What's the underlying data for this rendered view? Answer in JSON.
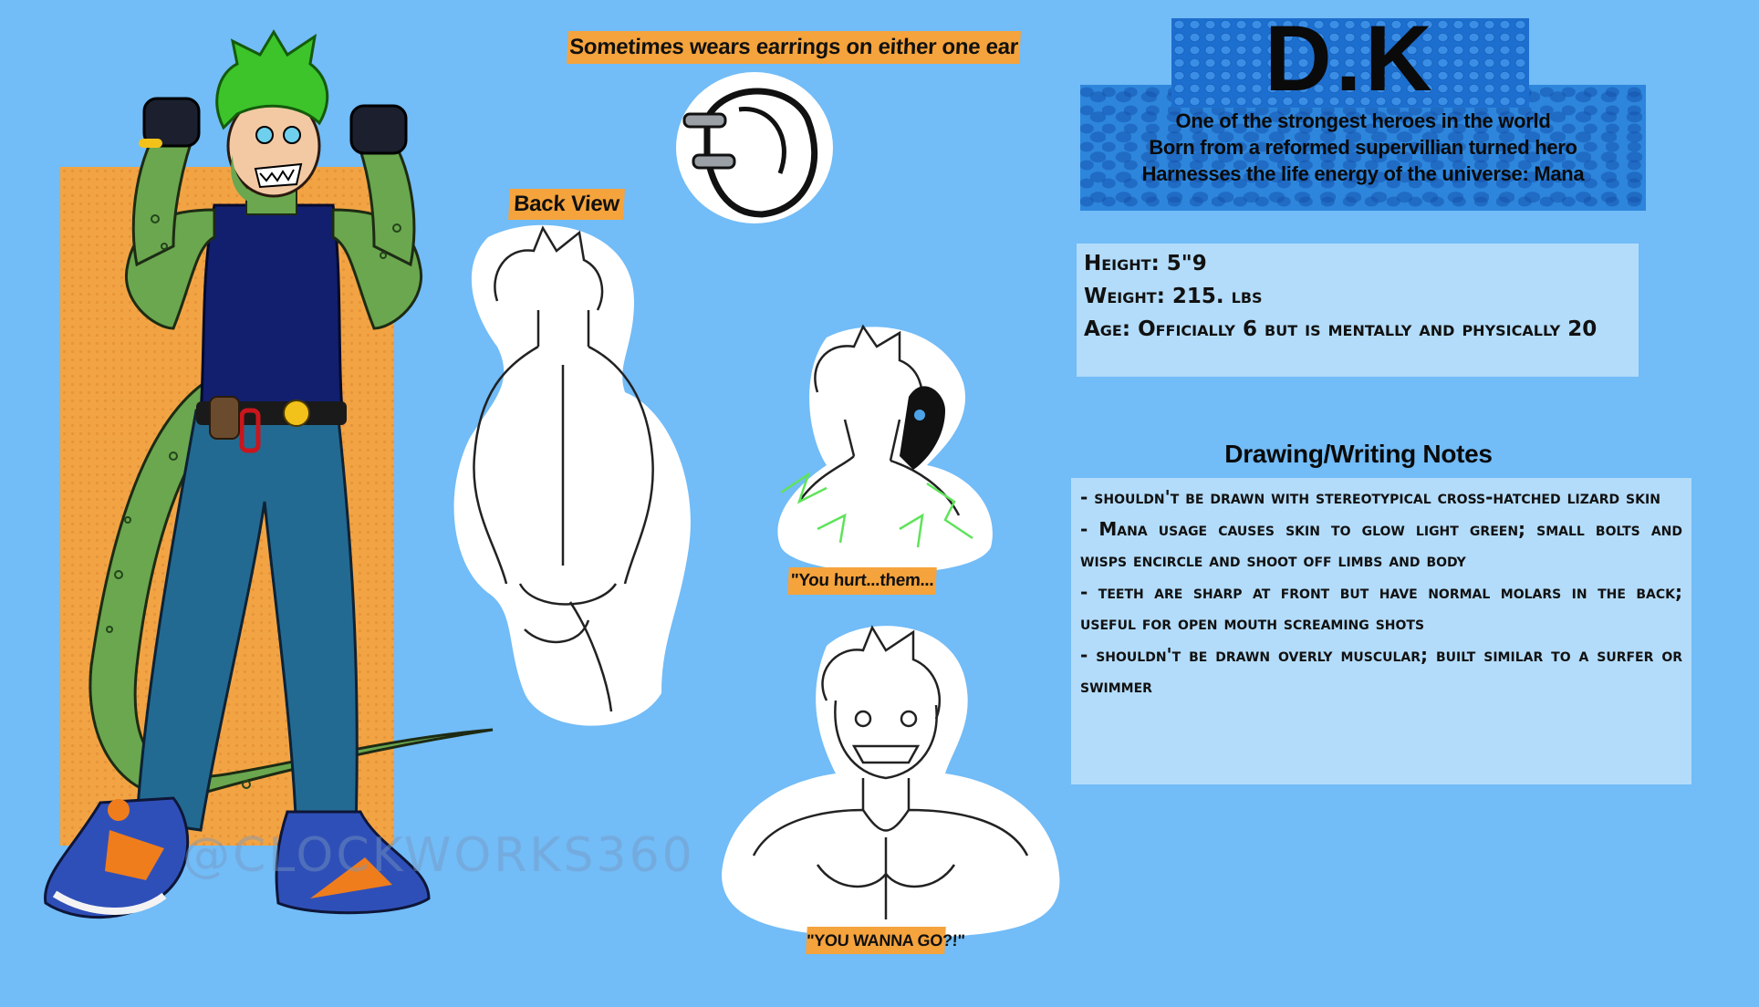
{
  "labels": {
    "earrings": "Sometimes wears earrings on either one ear",
    "back_view": "Back View",
    "quote_hurt": "\"You hurt...them...",
    "quote_wanna": "\"YOU WANNA GO?!\""
  },
  "title": {
    "name": "D.K",
    "lines": [
      "One of the strongest heroes in the world",
      "Born from a reformed supervillian turned hero",
      "Harnesses the life energy of the universe: Mana"
    ]
  },
  "stats": {
    "height": "Height: 5\"9",
    "weight": "Weight: 215. lbs",
    "age": "Age: Officially 6 but is mentally and physically 20"
  },
  "notes": {
    "heading": "Drawing/Writing Notes",
    "items": [
      "- shouldn't be drawn with stereotypical cross-hatched lizard skin",
      "- Mana usage causes skin to glow light green; small bolts and wisps encircle and shoot off limbs and body",
      "- teeth are sharp at front but have normal molars in the back; useful for open mouth screaming shots",
      "- shouldn't be drawn overly muscular; built similar to a surfer or swimmer"
    ]
  },
  "watermark": "@CLOCKWORKS360",
  "colors": {
    "background": "#72bcf7",
    "tag": "#f5a33c",
    "panel": "#b3dcfa",
    "hair": "#3cc42a",
    "skin": "#6aa74f",
    "shirt": "#121f6e",
    "pants": "#236a92"
  }
}
